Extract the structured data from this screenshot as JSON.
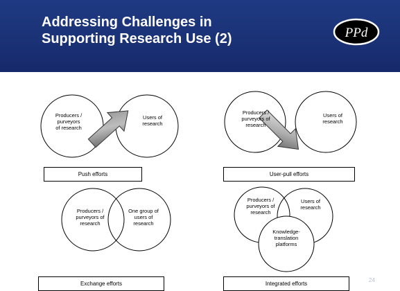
{
  "slide": {
    "title_line1": "Addressing Challenges in",
    "title_line2": "Supporting Research Use (2)",
    "logo_text": "PPd",
    "slide_number": "24"
  },
  "panels": {
    "push": {
      "producers": [
        "Producers /",
        "purveyors",
        "of research"
      ],
      "users": [
        "Users of",
        "research"
      ],
      "label": "Push efforts"
    },
    "pull": {
      "producers": [
        "Producers /",
        "purveyors of",
        "research"
      ],
      "users": [
        "Users of",
        "research"
      ],
      "label": "User-pull efforts"
    },
    "exchange": {
      "producers": [
        "Producers /",
        "purveyors of",
        "research"
      ],
      "users": [
        "One group of",
        "users of",
        "research"
      ],
      "label": "Exchange efforts"
    },
    "integrated": {
      "producers": [
        "Producers /",
        "purveyors of",
        "research"
      ],
      "users": [
        "Users of",
        "research"
      ],
      "platforms": [
        "Knowledge-",
        "translation",
        "platforms"
      ],
      "label": "Integrated efforts"
    }
  },
  "colors": {
    "header_bg": "#1a3175",
    "arrow_fill": "#9a9a9a"
  }
}
